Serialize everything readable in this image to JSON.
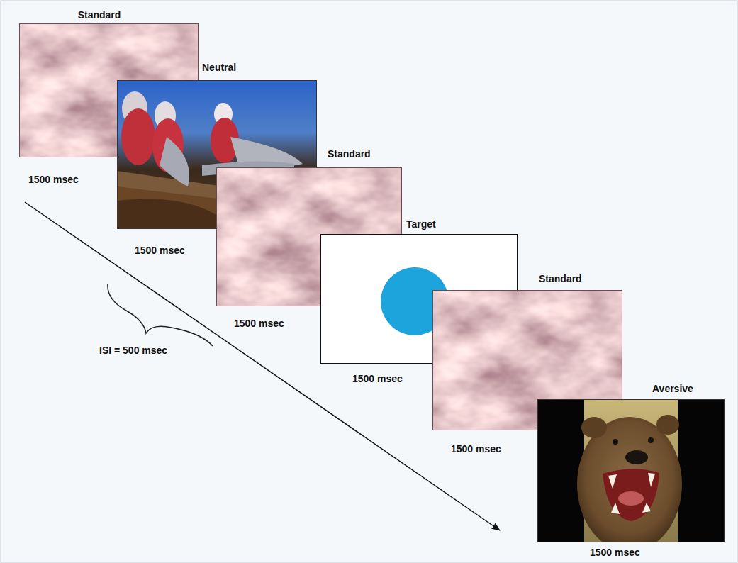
{
  "diagram": {
    "nodes": [
      {
        "text": [
          "Standard",
          "1500 msec"
        ]
      },
      {
        "text": [
          "Neutral",
          "1500 msec"
        ]
      },
      {
        "text": [
          "Standard",
          "1500 msec"
        ]
      },
      {
        "text": [
          "Target",
          "1500 msec"
        ]
      },
      {
        "text": [
          "Standard",
          "1500 msec"
        ]
      },
      {
        "text": [
          "Aversive",
          "1500 msec"
        ]
      }
    ],
    "labels": [
      "ISI = 500 msec"
    ]
  }
}
